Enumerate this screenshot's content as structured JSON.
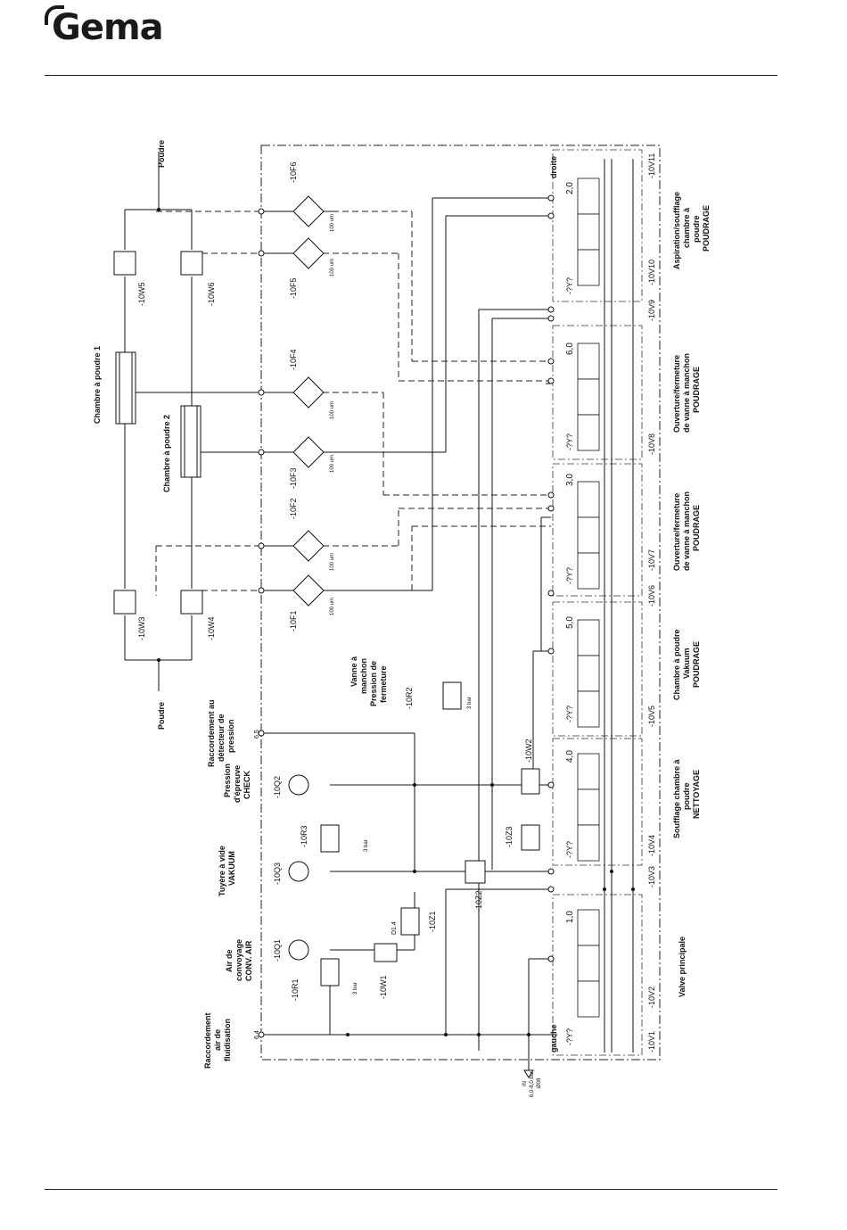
{
  "brand": {
    "logo_text": "Gema"
  },
  "labels": {
    "poudre_top": "Poudre",
    "poudre_bottom": "Poudre",
    "chambre1": "Chambre à poudre 1",
    "chambre2": "Chambre à poudre 2",
    "droite": "droite",
    "gauche": "gauche",
    "raccordement_fluid": [
      "Raccordement",
      "air de",
      "fluidisation"
    ],
    "air_convoyage": [
      "Air de",
      "convoyage",
      "CONV. AIR"
    ],
    "tuyere": [
      "Tuyère à vide",
      "VAKUUM"
    ],
    "pression_epreuve": [
      "Pression",
      "d'épreuve",
      "CHECK"
    ],
    "raccordement_detecteur": [
      "Raccordement au",
      "détecteur de",
      "pression"
    ],
    "vanne_manchon": [
      "Vanne à",
      "manchon",
      "Pression de",
      "fermeture"
    ],
    "bottom_valve_principale": [
      "Valve principale"
    ],
    "bottom_soufflage": [
      "Soufflage chambre à",
      "poudre",
      "NETTOYAGE"
    ],
    "bottom_vakuum": [
      "Chambre à poudre",
      "Vakuum",
      "POUDRAGE"
    ],
    "bottom_ouverture1": [
      "Ouverture/fermeture",
      "de vanne à manchon",
      "POUDRAGE"
    ],
    "bottom_ouverture2": [
      "Ouverture/fermeture",
      "de vanne à manchon",
      "POUDRAGE"
    ],
    "bottom_aspiration": [
      "Aspiration/soufflage",
      "chambre à",
      "poudre",
      "POUDRAGE"
    ],
    "inlet": [
      "IN",
      "6,0-8,0 bar",
      "Ø08"
    ]
  },
  "components": {
    "top_codes": [
      "-10F6",
      "-10F5",
      "-10F4",
      "-10F3",
      "-10F2",
      "-10F1"
    ],
    "w_codes": [
      "-10W5",
      "-10W6",
      "-10W3",
      "-10W4"
    ],
    "valve_codes": [
      "-10V11",
      "-10V10",
      "-10V9",
      "-10V8",
      "-10V7",
      "-10V6",
      "-10V5",
      "-10V4",
      "-10V3",
      "-10V2",
      "-10V1"
    ],
    "valve_numbers": [
      "2,0",
      "6,0",
      "3,0",
      "5,0",
      "4,0",
      "1,0"
    ],
    "valve_mark": "-?Y?",
    "left_codes": [
      "-10Q1",
      "-10R1",
      "-10W1",
      "-10Q3",
      "-10R3",
      "-10Z1",
      "-10Q2",
      "-10Z2",
      "-10Z3",
      "-10W2",
      "-10R2"
    ],
    "ports": [
      "6.4",
      "6.5",
      "D1.4"
    ],
    "filter_rating": "100 um",
    "pressure_3bar": "3 bar"
  }
}
